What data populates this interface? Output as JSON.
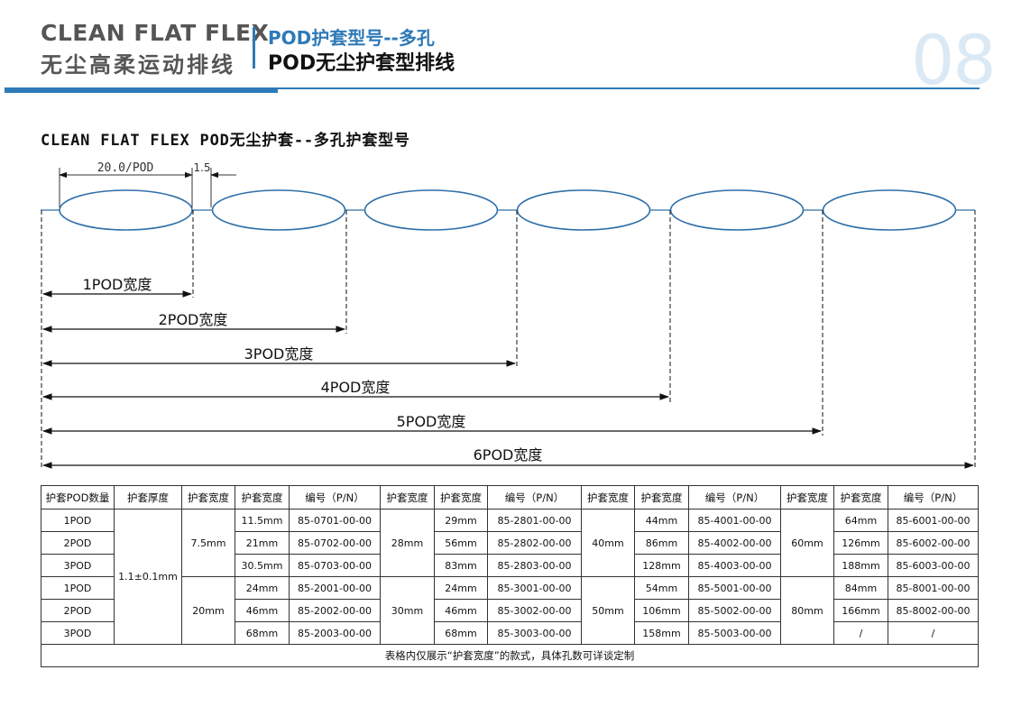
{
  "header": {
    "brand_en": "CLEAN FLAT FLEX",
    "brand_cn": "无尘高柔运动排线",
    "subtitle": "POD护套型号--多孔",
    "title": "POD无尘护套型排线",
    "page_number": "08"
  },
  "section_title": "CLEAN FLAT FLEX  POD无尘护套--多孔护套型号",
  "diagram": {
    "pod_dimension": "20.0/POD",
    "gap_dimension": "1.5",
    "width_labels": [
      "1POD宽度",
      "2POD宽度",
      "3POD宽度",
      "4POD宽度",
      "5POD宽度",
      "6POD宽度"
    ]
  },
  "table": {
    "headers": [
      "护套POD数量",
      "护套厚度",
      "护套宽度",
      "护套宽度",
      "编号（P/N）",
      "护套宽度",
      "护套宽度",
      "编号（P/N）",
      "护套宽度",
      "护套宽度",
      "编号（P/N）",
      "护套宽度",
      "护套宽度",
      "编号（P/N）"
    ],
    "pod_counts": [
      "1POD",
      "2POD",
      "3POD",
      "1POD",
      "2POD",
      "3POD"
    ],
    "thickness": "1.1±0.1mm",
    "groups": [
      {
        "top_width": "7.5mm",
        "bottom_width": "20mm",
        "rows": [
          {
            "width": "11.5mm",
            "pn": "85-0701-00-00"
          },
          {
            "width": "21mm",
            "pn": "85-0702-00-00"
          },
          {
            "width": "30.5mm",
            "pn": "85-0703-00-00"
          },
          {
            "width": "24mm",
            "pn": "85-2001-00-00"
          },
          {
            "width": "46mm",
            "pn": "85-2002-00-00"
          },
          {
            "width": "68mm",
            "pn": "85-2003-00-00"
          }
        ]
      },
      {
        "top_width": "28mm",
        "bottom_width": "30mm",
        "rows": [
          {
            "width": "29mm",
            "pn": "85-2801-00-00"
          },
          {
            "width": "56mm",
            "pn": "85-2802-00-00"
          },
          {
            "width": "83mm",
            "pn": "85-2803-00-00"
          },
          {
            "width": "24mm",
            "pn": "85-3001-00-00"
          },
          {
            "width": "46mm",
            "pn": "85-3002-00-00"
          },
          {
            "width": "68mm",
            "pn": "85-3003-00-00"
          }
        ]
      },
      {
        "top_width": "40mm",
        "bottom_width": "50mm",
        "rows": [
          {
            "width": "44mm",
            "pn": "85-4001-00-00"
          },
          {
            "width": "86mm",
            "pn": "85-4002-00-00"
          },
          {
            "width": "128mm",
            "pn": "85-4003-00-00"
          },
          {
            "width": "54mm",
            "pn": "85-5001-00-00"
          },
          {
            "width": "106mm",
            "pn": "85-5002-00-00"
          },
          {
            "width": "158mm",
            "pn": "85-5003-00-00"
          }
        ]
      },
      {
        "top_width": "60mm",
        "bottom_width": "80mm",
        "rows": [
          {
            "width": "64mm",
            "pn": "85-6001-00-00"
          },
          {
            "width": "126mm",
            "pn": "85-6002-00-00"
          },
          {
            "width": "188mm",
            "pn": "85-6003-00-00"
          },
          {
            "width": "84mm",
            "pn": "85-8001-00-00"
          },
          {
            "width": "166mm",
            "pn": "85-8002-00-00"
          },
          {
            "width": "/",
            "pn": "/"
          }
        ]
      }
    ],
    "note": "表格内仅展示“护套宽度”的款式，具体孔数可详谈定制"
  },
  "colors": {
    "accent": "#2f7ab8",
    "ellipse_stroke": "#2f6fa8",
    "brand_gray": "#555555",
    "page_number": "#dbe9f5"
  }
}
